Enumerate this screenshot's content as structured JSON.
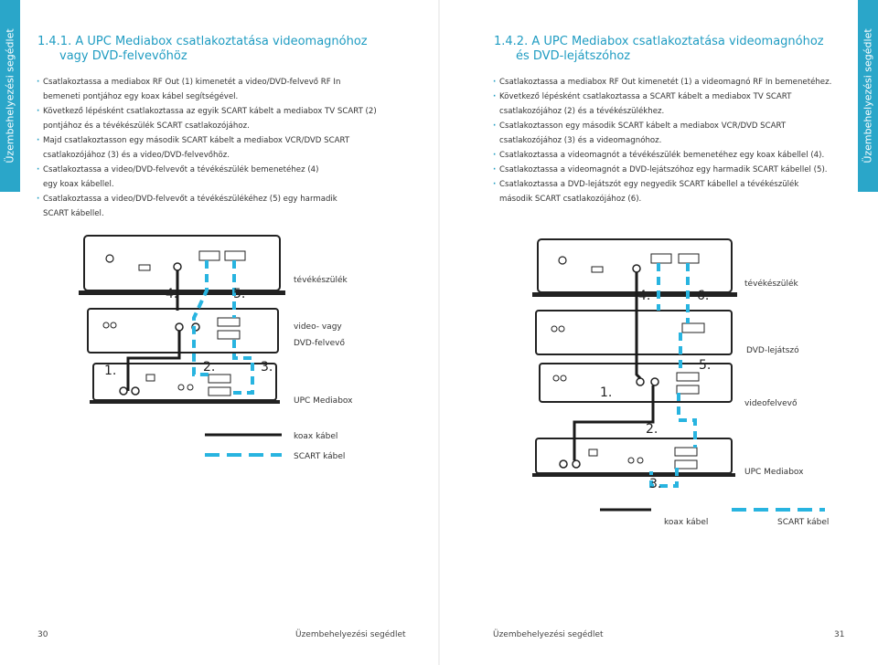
{
  "side_tab_text": "Üzembehelyezési segédlet",
  "left": {
    "section_number": "1.4.1.",
    "title_line1": "A UPC Mediabox csatlakoztatása videomagnóhoz",
    "title_line2": "vagy DVD-felvevőhöz",
    "steps": [
      {
        "l1": "Csatlakoztassa a mediabox RF Out (1) kimenetét a video/DVD-felvevő RF In",
        "l2": "bemeneti pontjához egy koax kábel segítségével."
      },
      {
        "l1": "Következő lépésként csatlakoztassa az egyik SCART kábelt a mediabox TV SCART (2)",
        "l2": "pontjához és a tévékészülék SCART csatlakozójához."
      },
      {
        "l1": "Majd csatlakoztasson egy második SCART kábelt a mediabox VCR/DVD SCART",
        "l2": "csatlakozójához (3) és a video/DVD-felvevőhöz."
      },
      {
        "l1": "Csatlakoztassa a video/DVD-felvevőt a tévékészülék bemenetéhez (4)",
        "l2": "egy koax kábellel."
      },
      {
        "l1": "Csatlakoztassa a video/DVD-felvevőt a tévékészülékéhez (5) egy harmadik",
        "l2": "SCART kábellel."
      }
    ],
    "diagram": {
      "num1": "1.",
      "num2": "2.",
      "num3": "3.",
      "num4": "4.",
      "num5": "5.",
      "label_tv": "tévékészülék",
      "label_rec_1": "video- vagy",
      "label_rec_2": "DVD-felvevő",
      "label_box": "UPC Mediabox",
      "legend_coax": "koax kábel",
      "legend_scart": "SCART kábel"
    },
    "page_number": "30",
    "footer_text": "Üzembehelyezési segédlet"
  },
  "right": {
    "section_number": "1.4.2.",
    "title_line1": "A UPC Mediabox csatlakoztatása videomagnóhoz",
    "title_line2": "és DVD-lejátszóhoz",
    "steps": [
      {
        "l1": "Csatlakoztassa a mediabox RF Out kimenetét (1) a videomagnó RF In bemenetéhez.",
        "l2": ""
      },
      {
        "l1": "Következő lépésként csatlakoztassa a SCART kábelt a mediabox TV SCART",
        "l2": "csatlakozójához (2) és a tévékészülékhez."
      },
      {
        "l1": "Csatlakoztasson egy második SCART kábelt a mediabox VCR/DVD SCART",
        "l2": "csatlakozójához (3) és a videomagnóhoz."
      },
      {
        "l1": "Csatlakoztassa a videomagnót a tévékészülék bemenetéhez egy koax kábellel (4).",
        "l2": ""
      },
      {
        "l1": "Csatlakoztassa a videomagnót a DVD-lejátszóhoz egy harmadik SCART kábellel (5).",
        "l2": ""
      },
      {
        "l1": "Csatlakoztassa a DVD-lejátszót egy negyedik SCART kábellel a tévékészülék",
        "l2": "második SCART csatlakozójához (6)."
      }
    ],
    "diagram": {
      "num1": "1.",
      "num2": "2.",
      "num3": "3.",
      "num4": "4.",
      "num5": "5.",
      "num6": "6.",
      "label_tv": "tévékészülék",
      "label_dvd": "DVD-lejátszó",
      "label_vcr": "videofelvevő",
      "label_box": "UPC Mediabox",
      "legend_coax": "koax kábel",
      "legend_scart": "SCART kábel"
    },
    "page_number": "31",
    "footer_text": "Üzembehelyezési segédlet"
  },
  "colors": {
    "accent": "#1f9cc2",
    "tab": "#2aa6c9",
    "coax": "#1a1a1a",
    "scart": "#28b4e0"
  }
}
